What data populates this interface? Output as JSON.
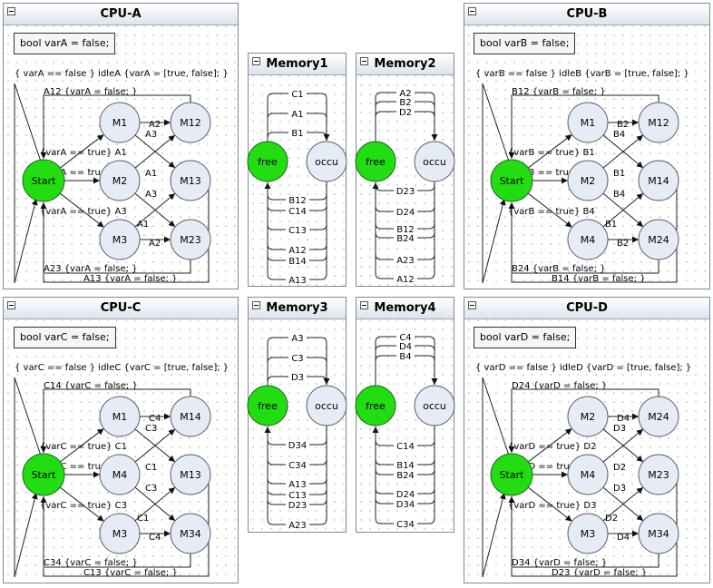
{
  "cpus": [
    {
      "id": "cpu-a",
      "title": "CPU-A",
      "decl": "bool varA = false;",
      "idle_label": "{ varA == false } idleA {varA = [true, false]; }",
      "nodes": [
        "Start",
        "M1",
        "M2",
        "M3",
        "M12",
        "M13",
        "M23"
      ],
      "labels": [
        "A12 {varA = false; }",
        "{varA == true} A1",
        "{varA == true} A2",
        "{varA == true} A3",
        "A2",
        "A3",
        "A1",
        "A3",
        "A1",
        "A2",
        "A23 {varA = false; }",
        "A13 {varA = false; }"
      ]
    },
    {
      "id": "cpu-b",
      "title": "CPU-B",
      "decl": "bool varB = false;",
      "idle_label": "{ varB == false } idleB {varB = [true, false]; }",
      "nodes": [
        "Start",
        "M1",
        "M2",
        "M4",
        "M12",
        "M14",
        "M24"
      ],
      "labels": [
        "B12 {varB = false; }",
        "{varB == true} B1",
        "{varB == true} B2",
        "{varB == true} B4",
        "B2",
        "B4",
        "B1",
        "B4",
        "B1",
        "B2",
        "B24 {varB = false; }",
        "B14 {varB = false; }"
      ]
    },
    {
      "id": "cpu-c",
      "title": "CPU-C",
      "decl": "bool varC = false;",
      "idle_label": "{ varC == false } idleC {varC = [true, false]; }",
      "nodes": [
        "Start",
        "M1",
        "M4",
        "M3",
        "M14",
        "M13",
        "M34"
      ],
      "labels": [
        "C14 {varC = false; }",
        "{varC == true} C1",
        "{varC == true} C4",
        "{varC == true} C3",
        "C4",
        "C3",
        "C1",
        "C3",
        "C1",
        "C4",
        "C34 {varC = false; }",
        "C13 {varC = false; }"
      ]
    },
    {
      "id": "cpu-d",
      "title": "CPU-D",
      "decl": "bool varD = false;",
      "idle_label": "{ varD == false } idleD {varD = [true, false]; }",
      "nodes": [
        "Start",
        "M2",
        "M4",
        "M3",
        "M24",
        "M23",
        "M34"
      ],
      "labels": [
        "D24 {varD = false; }",
        "{varD == true} D2",
        "{varD == true} D4",
        "{varD == true} D3",
        "D4",
        "D3",
        "D2",
        "D3",
        "D2",
        "D4",
        "D34 {varD = false; }",
        "D23 {varD = false; }"
      ]
    }
  ],
  "memories": [
    {
      "id": "memory1",
      "title": "Memory1",
      "free": "free",
      "occu": "occu",
      "top": [
        "C1",
        "A1",
        "B1"
      ],
      "bottom": [
        "B12",
        "C14",
        "C13",
        "A12",
        "B14",
        "A13"
      ]
    },
    {
      "id": "memory2",
      "title": "Memory2",
      "free": "free",
      "occu": "occu",
      "top": [
        "A2",
        "B2",
        "D2"
      ],
      "bottom": [
        "D23",
        "D24",
        "B12",
        "B24",
        "A23",
        "A12"
      ]
    },
    {
      "id": "memory3",
      "title": "Memory3",
      "free": "free",
      "occu": "occu",
      "top": [
        "A3",
        "C3",
        "D3"
      ],
      "bottom": [
        "D34",
        "C34",
        "A13",
        "C13",
        "D23",
        "A23"
      ]
    },
    {
      "id": "memory4",
      "title": "Memory4",
      "free": "free",
      "occu": "occu",
      "top": [
        "C4",
        "D4",
        "B4"
      ],
      "bottom": [
        "C14",
        "B14",
        "B24",
        "D24",
        "D34",
        "C34"
      ]
    }
  ],
  "colors": {
    "start_node": "#22dd11",
    "state_node": "#e6ecf5",
    "header": "#dde3ec"
  }
}
